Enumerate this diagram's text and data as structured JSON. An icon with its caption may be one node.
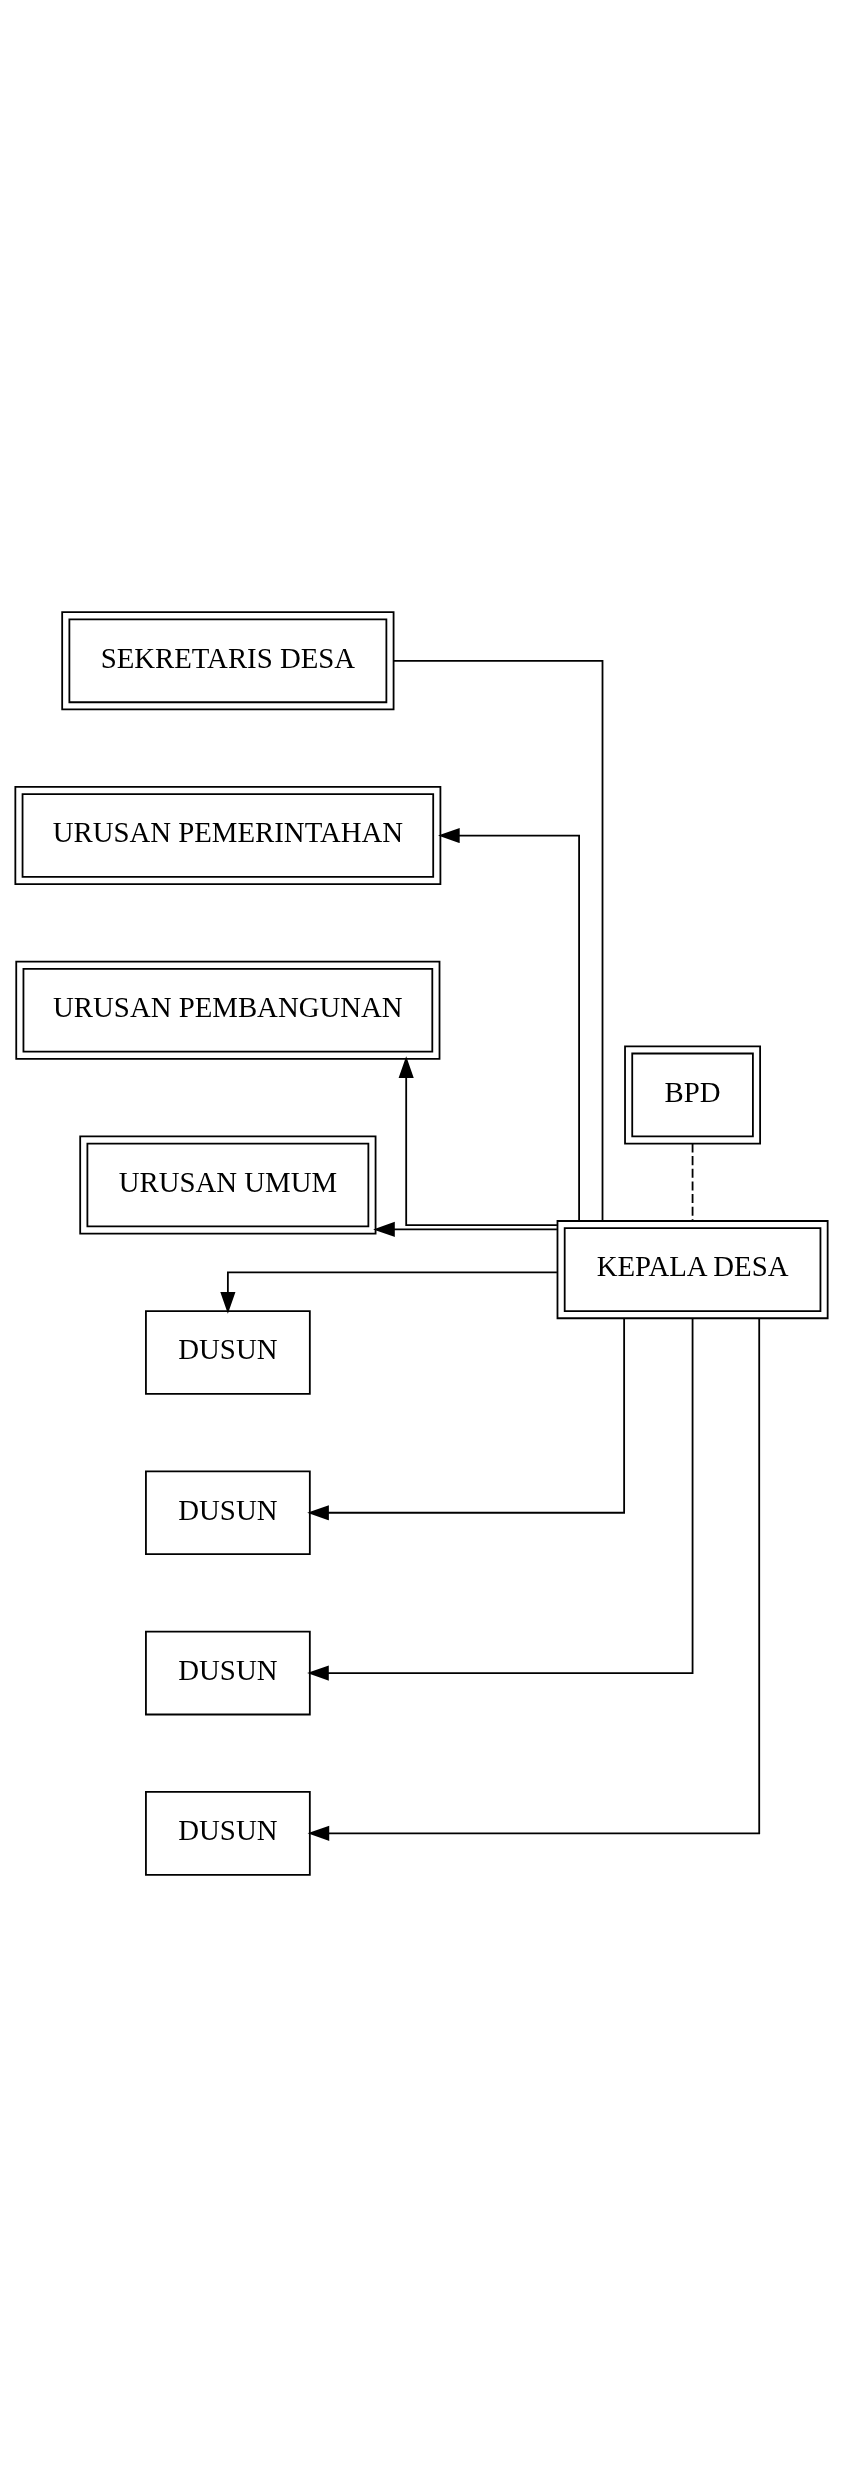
{
  "diagram": {
    "nodes": [
      {
        "text": [
          "BPD"
        ]
      },
      {
        "text": [
          "KEPALA DESA"
        ]
      },
      {
        "text": [
          "SEKRETARIS DESA"
        ]
      },
      {
        "text": [
          "URUSAN PEMERINTAHAN"
        ]
      },
      {
        "text": [
          "URUSAN PEMBANGUNAN"
        ]
      },
      {
        "text": [
          "URUSAN UMUM"
        ]
      },
      {
        "text": [
          "DUSUN"
        ]
      },
      {
        "text": [
          "DUSUN"
        ]
      },
      {
        "text": [
          "DUSUN"
        ]
      },
      {
        "text": [
          "DUSUN"
        ]
      }
    ],
    "edges": [
      {
        "from": 0,
        "to": 1,
        "arrow": "none",
        "style": "dashed"
      },
      {
        "from": 1,
        "to": 2,
        "arrow": "none"
      },
      {
        "from": 1,
        "to": 3,
        "arrow": "to"
      },
      {
        "from": 1,
        "to": 4,
        "arrow": "to"
      },
      {
        "from": 1,
        "to": 5,
        "arrow": "to"
      },
      {
        "from": 1,
        "to": 6,
        "arrow": "to"
      },
      {
        "from": 1,
        "to": 7,
        "arrow": "to"
      },
      {
        "from": 1,
        "to": 8,
        "arrow": "to"
      },
      {
        "from": 1,
        "to": 9,
        "arrow": "to"
      }
    ]
  }
}
